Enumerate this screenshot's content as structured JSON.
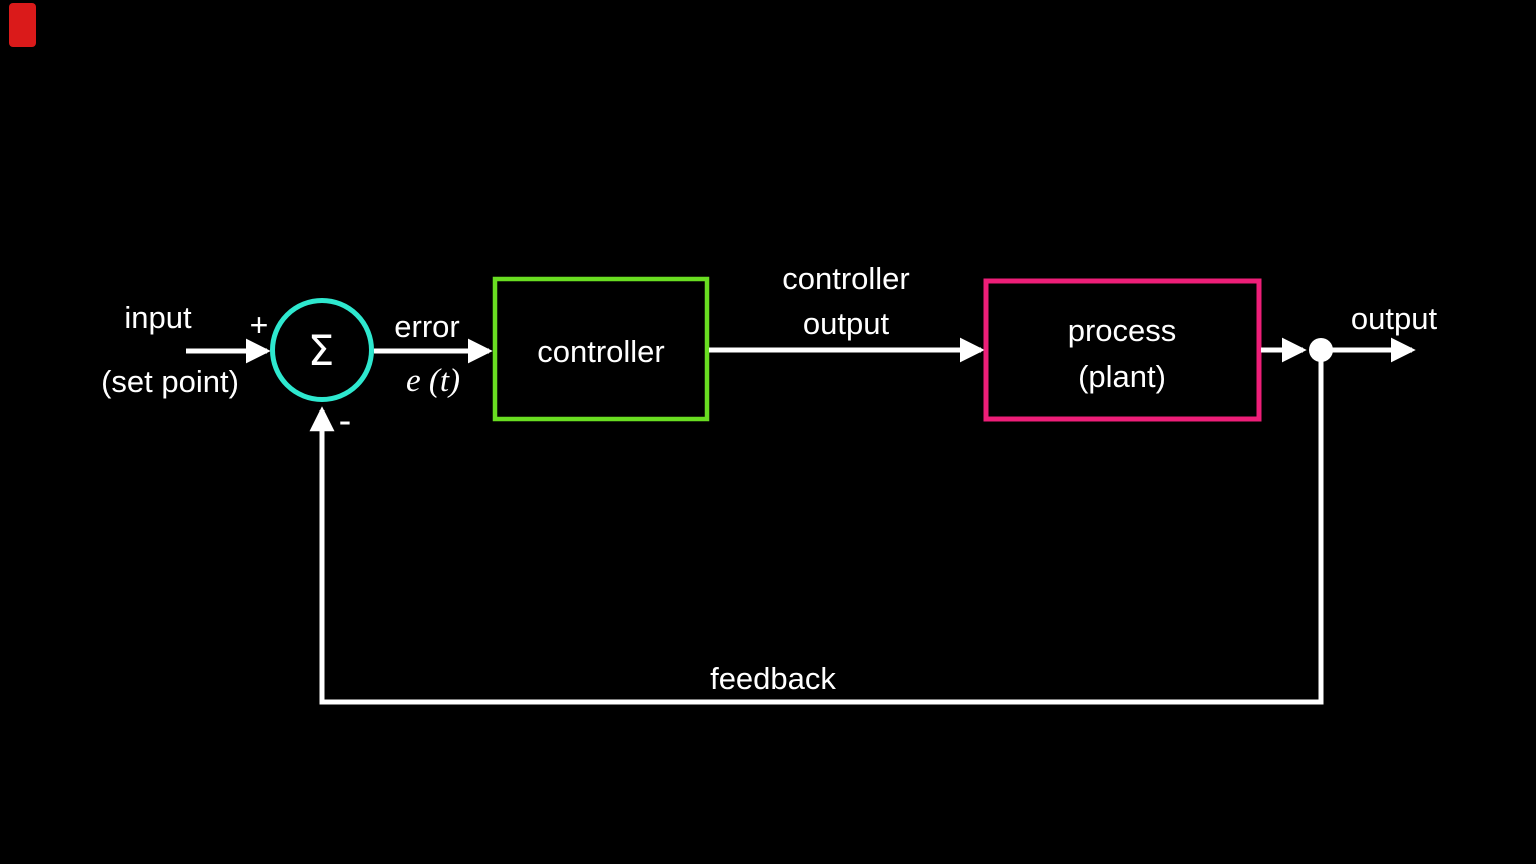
{
  "title": "closed-loop feedback control block diagram",
  "colors": {
    "background": "#000000",
    "line": "#ffffff",
    "summing_junction_stroke": "#2ee8cf",
    "controller_box_stroke": "#69dd21",
    "process_box_stroke": "#ed1e78",
    "corner_marker": "#da1a1a"
  },
  "labels": {
    "input_line1": "input",
    "input_line2": "(set point)",
    "plus": "+",
    "sigma": "Σ",
    "minus": "-",
    "error": "error",
    "error_signal": "e (t)",
    "controller": "controller",
    "controller_output_line1": "controller",
    "controller_output_line2": "output",
    "process_line1": "process",
    "process_line2": "(plant)",
    "output": "output",
    "feedback": "feedback"
  }
}
